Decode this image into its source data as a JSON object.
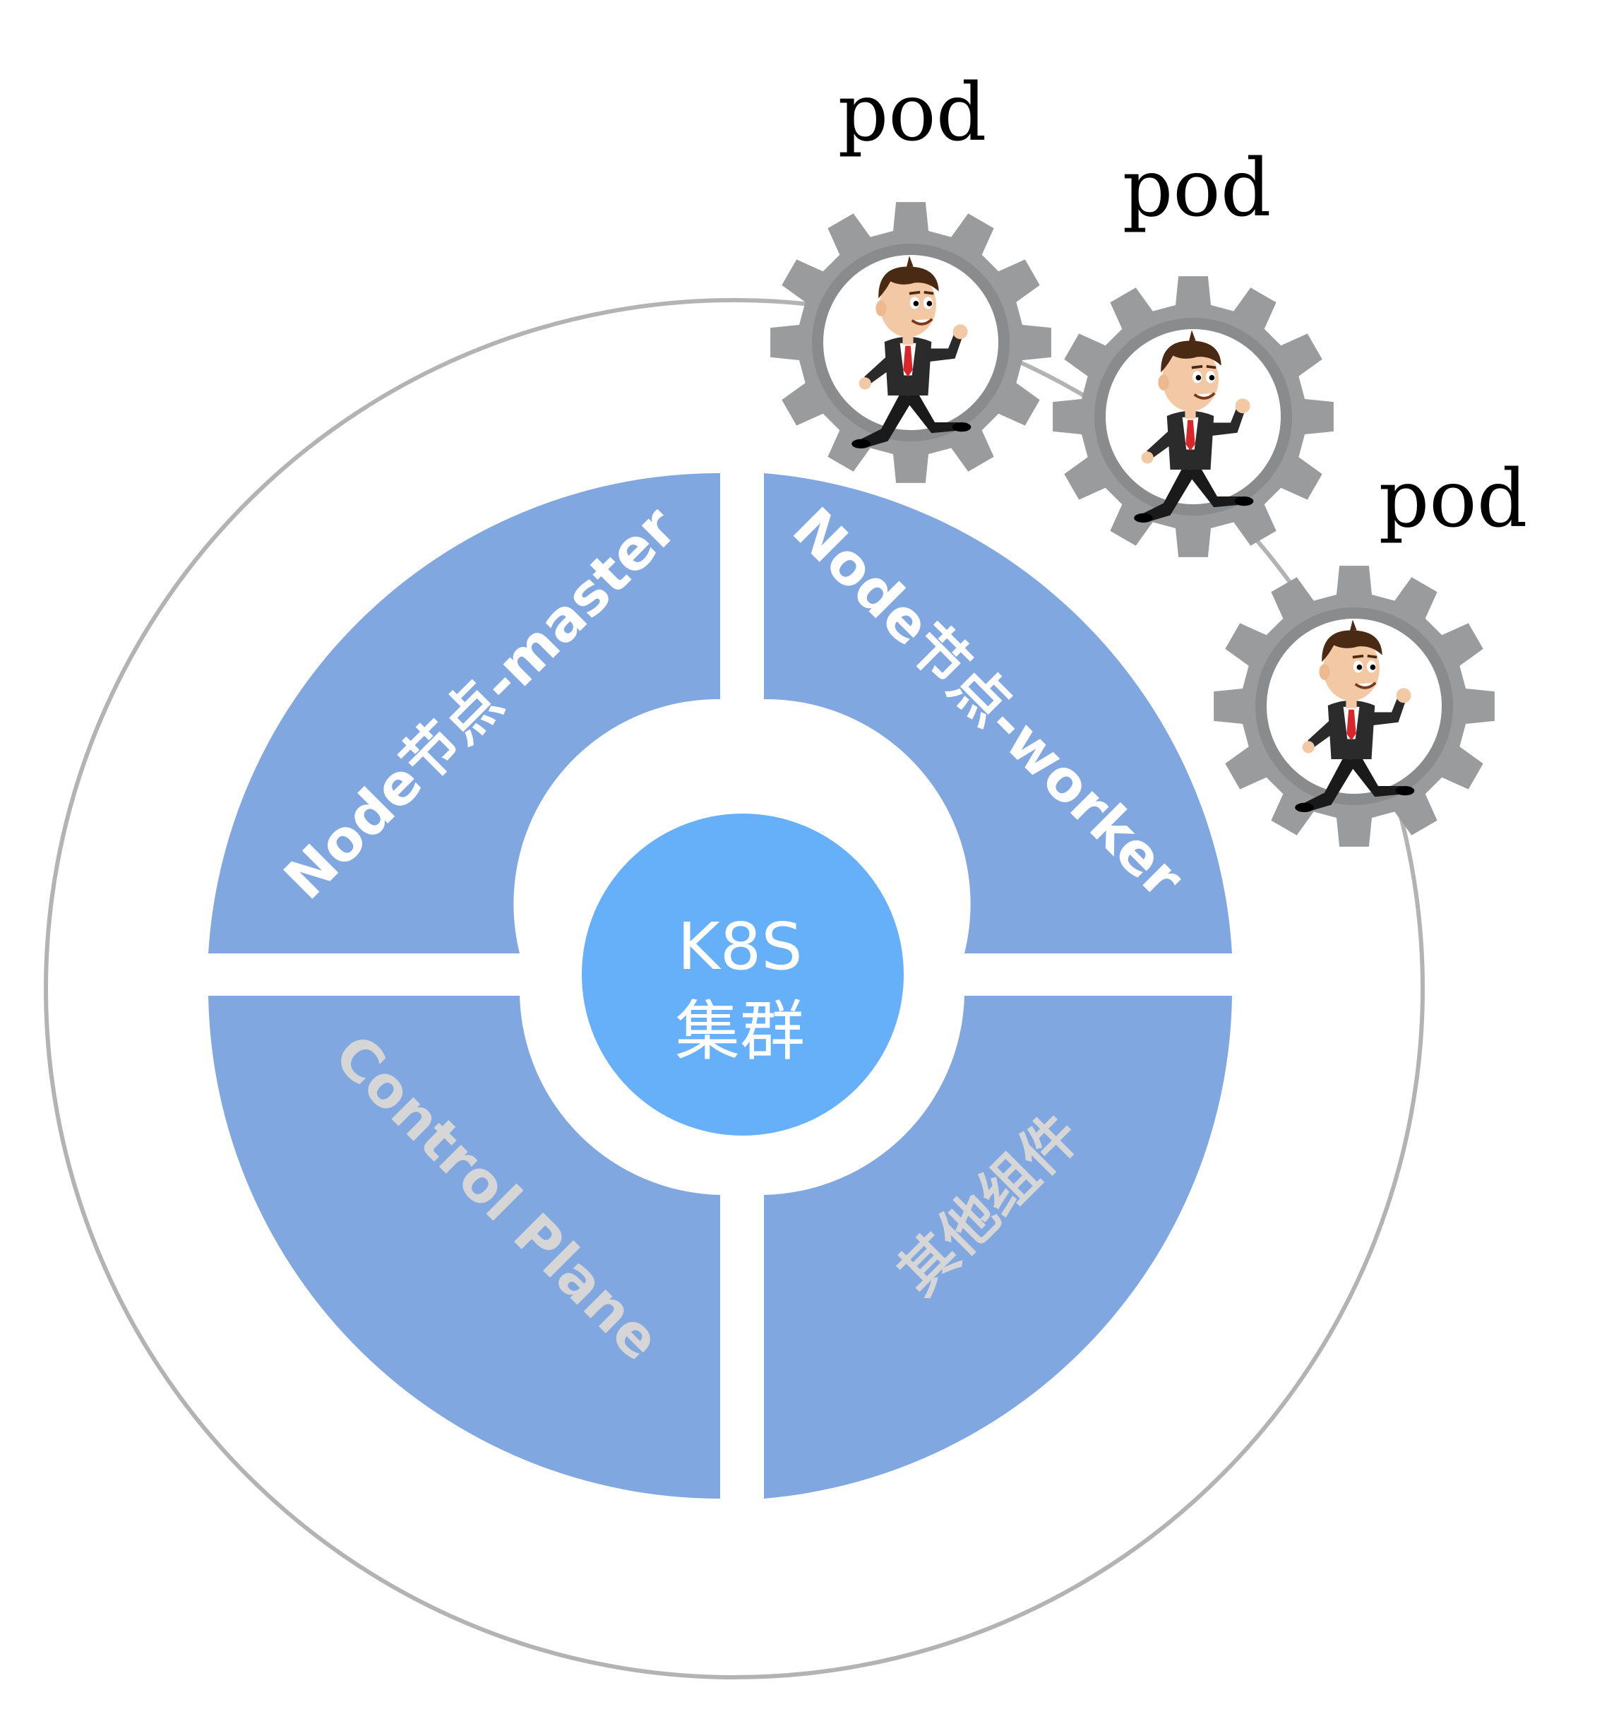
{
  "diagram": {
    "center": {
      "line1": "K8S",
      "line2": "集群",
      "color": "#66b0fa"
    },
    "quadrants": {
      "top_left": "Node节点-master",
      "top_right": "Node节点-worker",
      "bottom_left": "Control Plane",
      "bottom_right": "其他组件",
      "fill": "#80a7df",
      "label_color_primary": "#ffffff",
      "label_color_secondary": "#d6d6d6"
    },
    "outer_ring_color": "#b3b3b3",
    "pods": [
      {
        "label": "pod"
      },
      {
        "label": "pod"
      },
      {
        "label": "pod"
      }
    ],
    "gear_color": "#9a9b9d"
  }
}
